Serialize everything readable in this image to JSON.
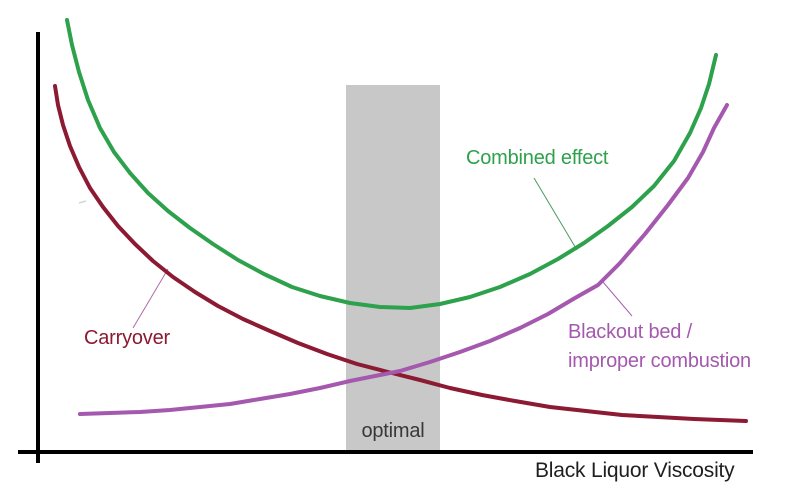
{
  "chart_data": {
    "type": "line",
    "title": "",
    "xlabel": "Black Liquor Viscosity",
    "ylabel": "",
    "grid": false,
    "axes_note": "conceptual diagram: no numeric ticks on either axis; x and y below are normalized 0-1 (x) and 0-100 (relative level)",
    "series": [
      {
        "name": "Carryover",
        "color": "#8B1A32",
        "shape": "decreasing-convex",
        "x": [
          0.02,
          0.09,
          0.18,
          0.3,
          0.43,
          0.5,
          0.66,
          0.78,
          0.92,
          0.99
        ],
        "y": [
          85,
          58,
          42,
          30,
          21,
          18,
          11,
          9,
          8,
          7
        ]
      },
      {
        "name": "Blackout bed / improper combustion",
        "color": "#A458AE",
        "shape": "increasing-convex",
        "x": [
          0.06,
          0.23,
          0.32,
          0.41,
          0.5,
          0.57,
          0.71,
          0.82,
          0.9,
          0.96
        ],
        "y": [
          9,
          10,
          12,
          15,
          18,
          22,
          31,
          44,
          63,
          80
        ]
      },
      {
        "name": "Combined effect",
        "color": "#2DA14C",
        "shape": "u-curve",
        "x": [
          0.04,
          0.11,
          0.19,
          0.32,
          0.41,
          0.5,
          0.57,
          0.71,
          0.8,
          0.88,
          0.95
        ],
        "y": [
          100,
          70,
          55,
          39,
          34,
          33,
          34,
          42,
          57,
          71,
          92
        ]
      }
    ],
    "annotations": [
      {
        "type": "vband",
        "label": "optimal",
        "x_start": 0.43,
        "x_end": 0.56,
        "color": "#C8C8C8"
      }
    ]
  },
  "labels": {
    "combined_effect": "Combined effect",
    "carryover": "Carryover",
    "blackout_line1": "Blackout bed /",
    "blackout_line2": "improper combustion",
    "optimal": "optimal",
    "x_axis": "Black Liquor Viscosity"
  },
  "colors": {
    "axis": "#000000",
    "green": "#2DA14C",
    "dark_red": "#8B1A32",
    "purple": "#A458AE",
    "band": "#C8C8C8",
    "optimal_text": "#383838",
    "axis_label_text": "#1f1f1f",
    "green_leader": "#4a9a5f",
    "carryover_leader": "#AE6BA8",
    "purple_leader": "#A862AE",
    "stray_mark": "#c2c6cf"
  }
}
